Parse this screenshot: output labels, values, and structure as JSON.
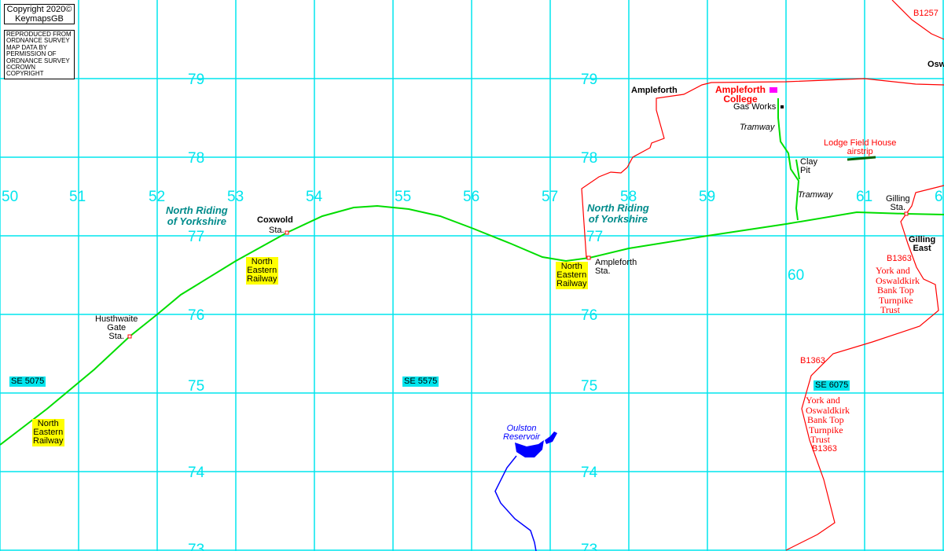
{
  "copyright": {
    "line1": "Copyright 2020©",
    "line2": "KeymapsGB"
  },
  "reproduced": [
    "REPRODUCED FROM",
    "ORDNANCE SURVEY",
    "MAP DATA BY",
    "PERMISSION OF",
    "ORDNANCE SURVEY",
    "©CROWN COPYRIGHT"
  ],
  "colors": {
    "grid": "#00e5ee",
    "railway": "#00dd00",
    "boundary": "#ff0000",
    "water": "#0000ff",
    "county": "#008b8b",
    "highlight": "#ffff00",
    "college_marker": "#ff00ff"
  },
  "eastings": [
    "50",
    "51",
    "52",
    "53",
    "54",
    "55",
    "56",
    "57",
    "58",
    "59",
    "60",
    "61",
    "6"
  ],
  "northings": {
    "left": [
      "79",
      "78",
      "77",
      "76",
      "75",
      "74",
      "73"
    ],
    "right": [
      "79",
      "78",
      "77",
      "76",
      "75",
      "74",
      "73"
    ]
  },
  "square_labels": [
    "SE 5075",
    "SE 5575",
    "SE 6075"
  ],
  "places": {
    "ampleforth": "Ampleforth",
    "college": [
      "Ampleforth",
      "College"
    ],
    "gas_works": "Gas Works",
    "tramway1": "Tramway",
    "tramway2": "Tramway",
    "clay_pit": [
      "Clay",
      "Pit"
    ],
    "airstrip": [
      "Lodge Field House",
      "airstrip"
    ],
    "gilling_sta": [
      "Gilling",
      "Sta."
    ],
    "gilling_east": [
      "Gilling",
      "East"
    ],
    "osw": "Osw",
    "coxwold": "Coxwold",
    "coxwold_sta": "Sta.",
    "ampleforth_sta": [
      "Ampleforth",
      "Sta."
    ],
    "husthwaite": [
      "Husthwaite",
      "Gate",
      "Sta."
    ],
    "reservoir": [
      "Oulston",
      "Reservoir"
    ]
  },
  "county": [
    "North Riding",
    "of Yorkshire"
  ],
  "railway_label": [
    "North",
    "Eastern",
    "Railway"
  ],
  "roads": {
    "b1257": "B1257",
    "b1363a": "B1363",
    "b1363b": "B1363",
    "b1363c": "B1363"
  },
  "trust": [
    "York and",
    "Oswaldkirk",
    "Bank Top",
    "Turnpike",
    "Trust"
  ]
}
